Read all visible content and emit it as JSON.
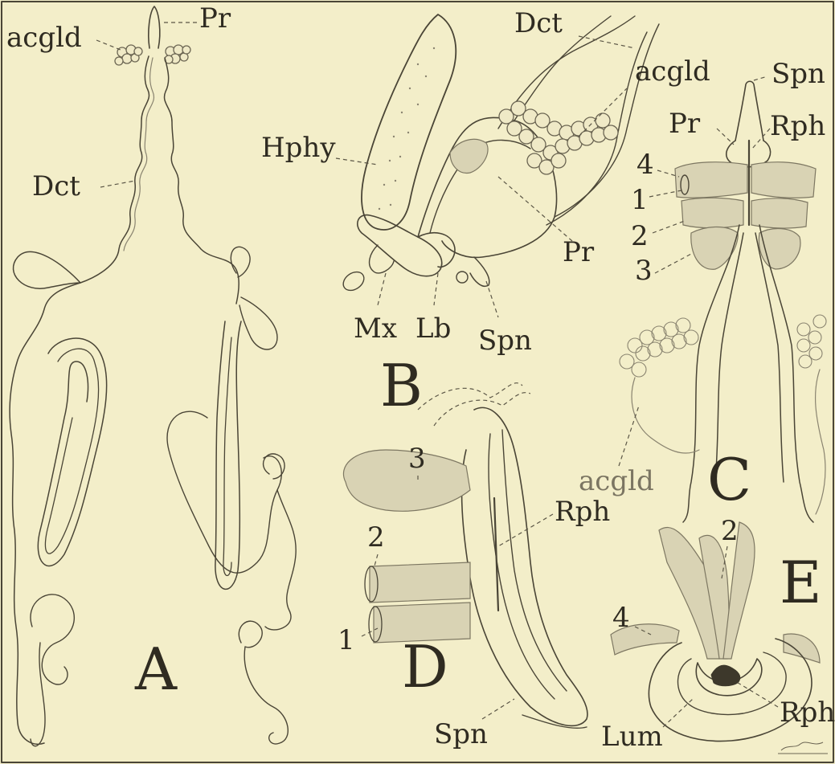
{
  "labels": {
    "acgld_a": "acgld",
    "pr_a": "Pr",
    "dct_a": "Dct",
    "dct_b": "Dct",
    "acgld_b": "acgld",
    "hphy": "Hphy",
    "pr_b": "Pr",
    "mx": "Mx",
    "lb": "Lb",
    "spn_b": "Spn",
    "spn_c": "Spn",
    "pr_c": "Pr",
    "rph_c": "Rph",
    "num4_c": "4",
    "num1_c": "1",
    "num2_c": "2",
    "num3_c": "3",
    "acgld_c": "acgld",
    "num3_d": "3",
    "num2_d": "2",
    "num1_d": "1",
    "rph_d": "Rph",
    "spn_d": "Spn",
    "num2_e": "2",
    "num4_e": "4",
    "rph_e": "Rph",
    "lum": "Lum"
  },
  "figure_letters": {
    "a": "A",
    "b": "B",
    "c": "C",
    "d": "D",
    "e": "E"
  },
  "colors": {
    "paper": "#f3eec9",
    "ink": "#4a4536",
    "shade": "#d9d3b4"
  }
}
